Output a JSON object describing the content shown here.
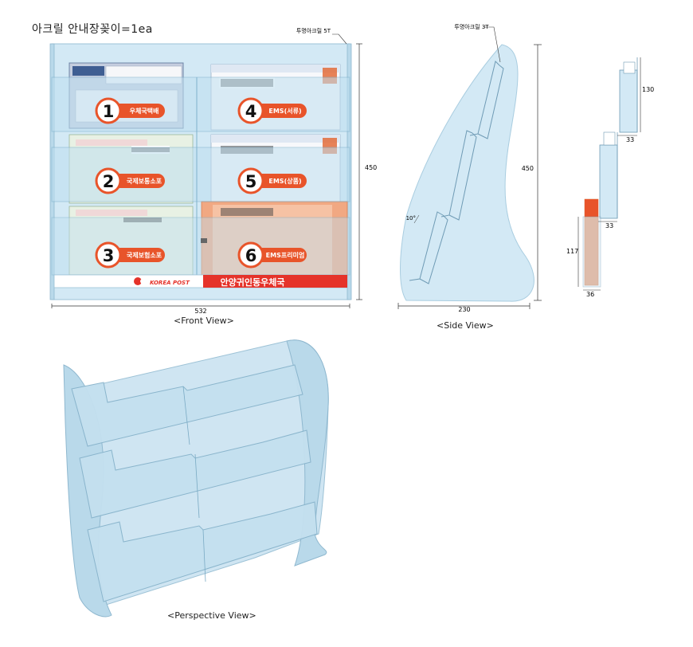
{
  "title": "아크릴 안내장꽂이=1ea",
  "front_view": {
    "caption": "<Front View>",
    "width_label": "532",
    "height_label": "450",
    "material_note": "투명아크릴 5T",
    "panels": [
      {
        "number": "1",
        "label": "우체국택배"
      },
      {
        "number": "2",
        "label": "국제보통소포"
      },
      {
        "number": "3",
        "label": "국제보험소포"
      },
      {
        "number": "4",
        "label": "EMS(서류)"
      },
      {
        "number": "5",
        "label": "EMS(상품)"
      },
      {
        "number": "6",
        "label": "EMS프리미엄"
      }
    ],
    "banner": {
      "logo_text": "KOREA POST",
      "office_name": "안양귀인동우체국"
    },
    "colors": {
      "accent": "#e8542a",
      "banner_red": "#e5332a",
      "acrylic": "#cfe7f3"
    }
  },
  "side_view": {
    "caption": "<Side View>",
    "material_note": "투명아크릴 3T",
    "height_label": "450",
    "width_label": "230",
    "angle_label": "10°"
  },
  "pocket_detail": {
    "dim_130": "130",
    "dim_33a": "33",
    "dim_33b": "33",
    "dim_117": "117",
    "dim_36": "36"
  },
  "perspective_view": {
    "caption": "<Perspective View>"
  }
}
